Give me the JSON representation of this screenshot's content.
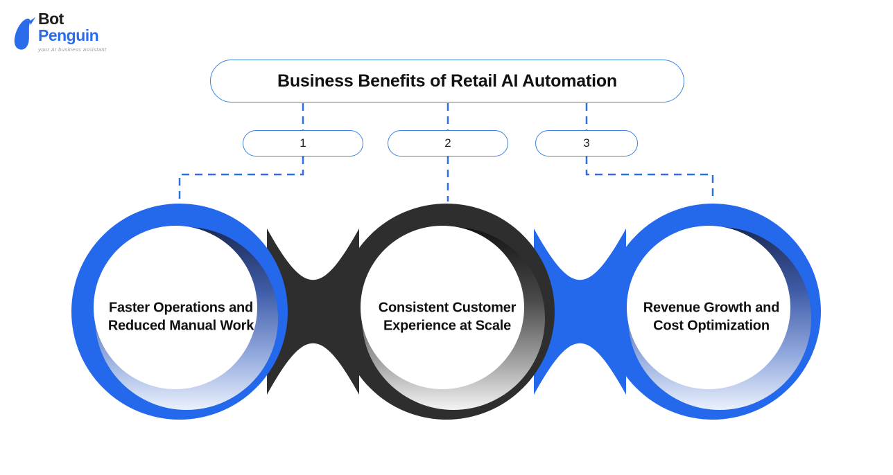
{
  "logo": {
    "line1": "Bot",
    "line2": "Penguin",
    "tagline": "your AI business assistant"
  },
  "title": "Business Benefits of Retail AI Automation",
  "steps": [
    {
      "number": "1",
      "label": "Faster Operations and\nReduced Manual Work",
      "ring_color": "#2468EC"
    },
    {
      "number": "2",
      "label": "Consistent Customer\nExperience at Scale",
      "ring_color": "#2E2E2E"
    },
    {
      "number": "3",
      "label": "Revenue Growth and\nCost Optimization",
      "ring_color": "#2468EC"
    }
  ],
  "colors": {
    "accent_blue": "#2468EC",
    "dark": "#2E2E2E",
    "dashed_line_blue": "#2B6FE3",
    "outline_blue": "#3B82E0",
    "text_dark": "#111111",
    "logo_blue": "#2B6CEA",
    "logo_black": "#1C1C1C",
    "tagline_gray": "#9A9A9A",
    "white": "#FFFFFF"
  }
}
